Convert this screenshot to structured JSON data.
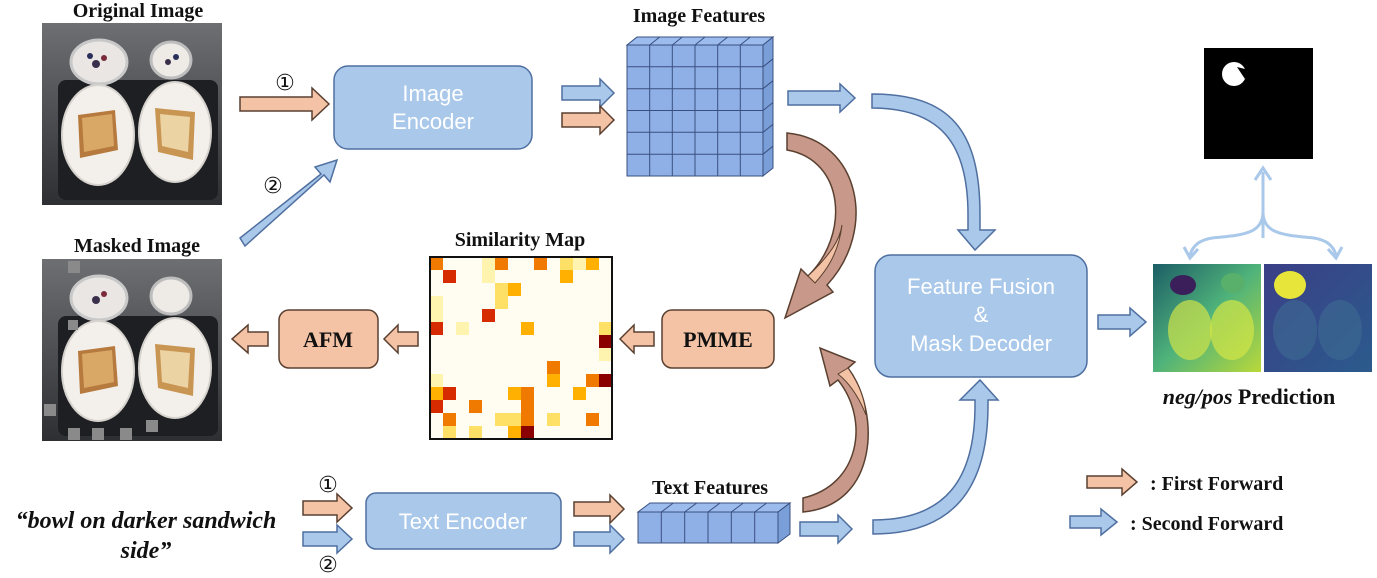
{
  "labels": {
    "original_image": "Original Image",
    "masked_image": "Masked Image",
    "image_features": "Image Features",
    "similarity_map": "Similarity Map",
    "text_features": "Text Features",
    "prediction_italic": "neg/pos",
    "prediction_rest": " Prediction",
    "query_line1": "“bowl on darker sandwich",
    "query_line2": "side”"
  },
  "modules": {
    "image_encoder_line1": "Image",
    "image_encoder_line2": "Encoder",
    "text_encoder": "Text Encoder",
    "fusion_line1": "Feature Fusion",
    "fusion_line2": "&",
    "fusion_line3": "Mask Decoder",
    "pmme": "PMME",
    "afm": "AFM"
  },
  "step_markers": {
    "first": "①",
    "second": "②"
  },
  "legend": {
    "first_forward": ": First Forward",
    "second_forward": ": Second Forward"
  },
  "colors": {
    "first_forward": "#f4c3a6",
    "second_forward": "#a9c8ea",
    "module_fill": "#a9c8ea",
    "module_stroke": "#4f6fa0",
    "afm_pmme_fill": "#f4c3a6",
    "afm_pmme_stroke": "#5a4030",
    "feature_cell": "#8fb0e6",
    "curve_brown": "#c8998a"
  }
}
